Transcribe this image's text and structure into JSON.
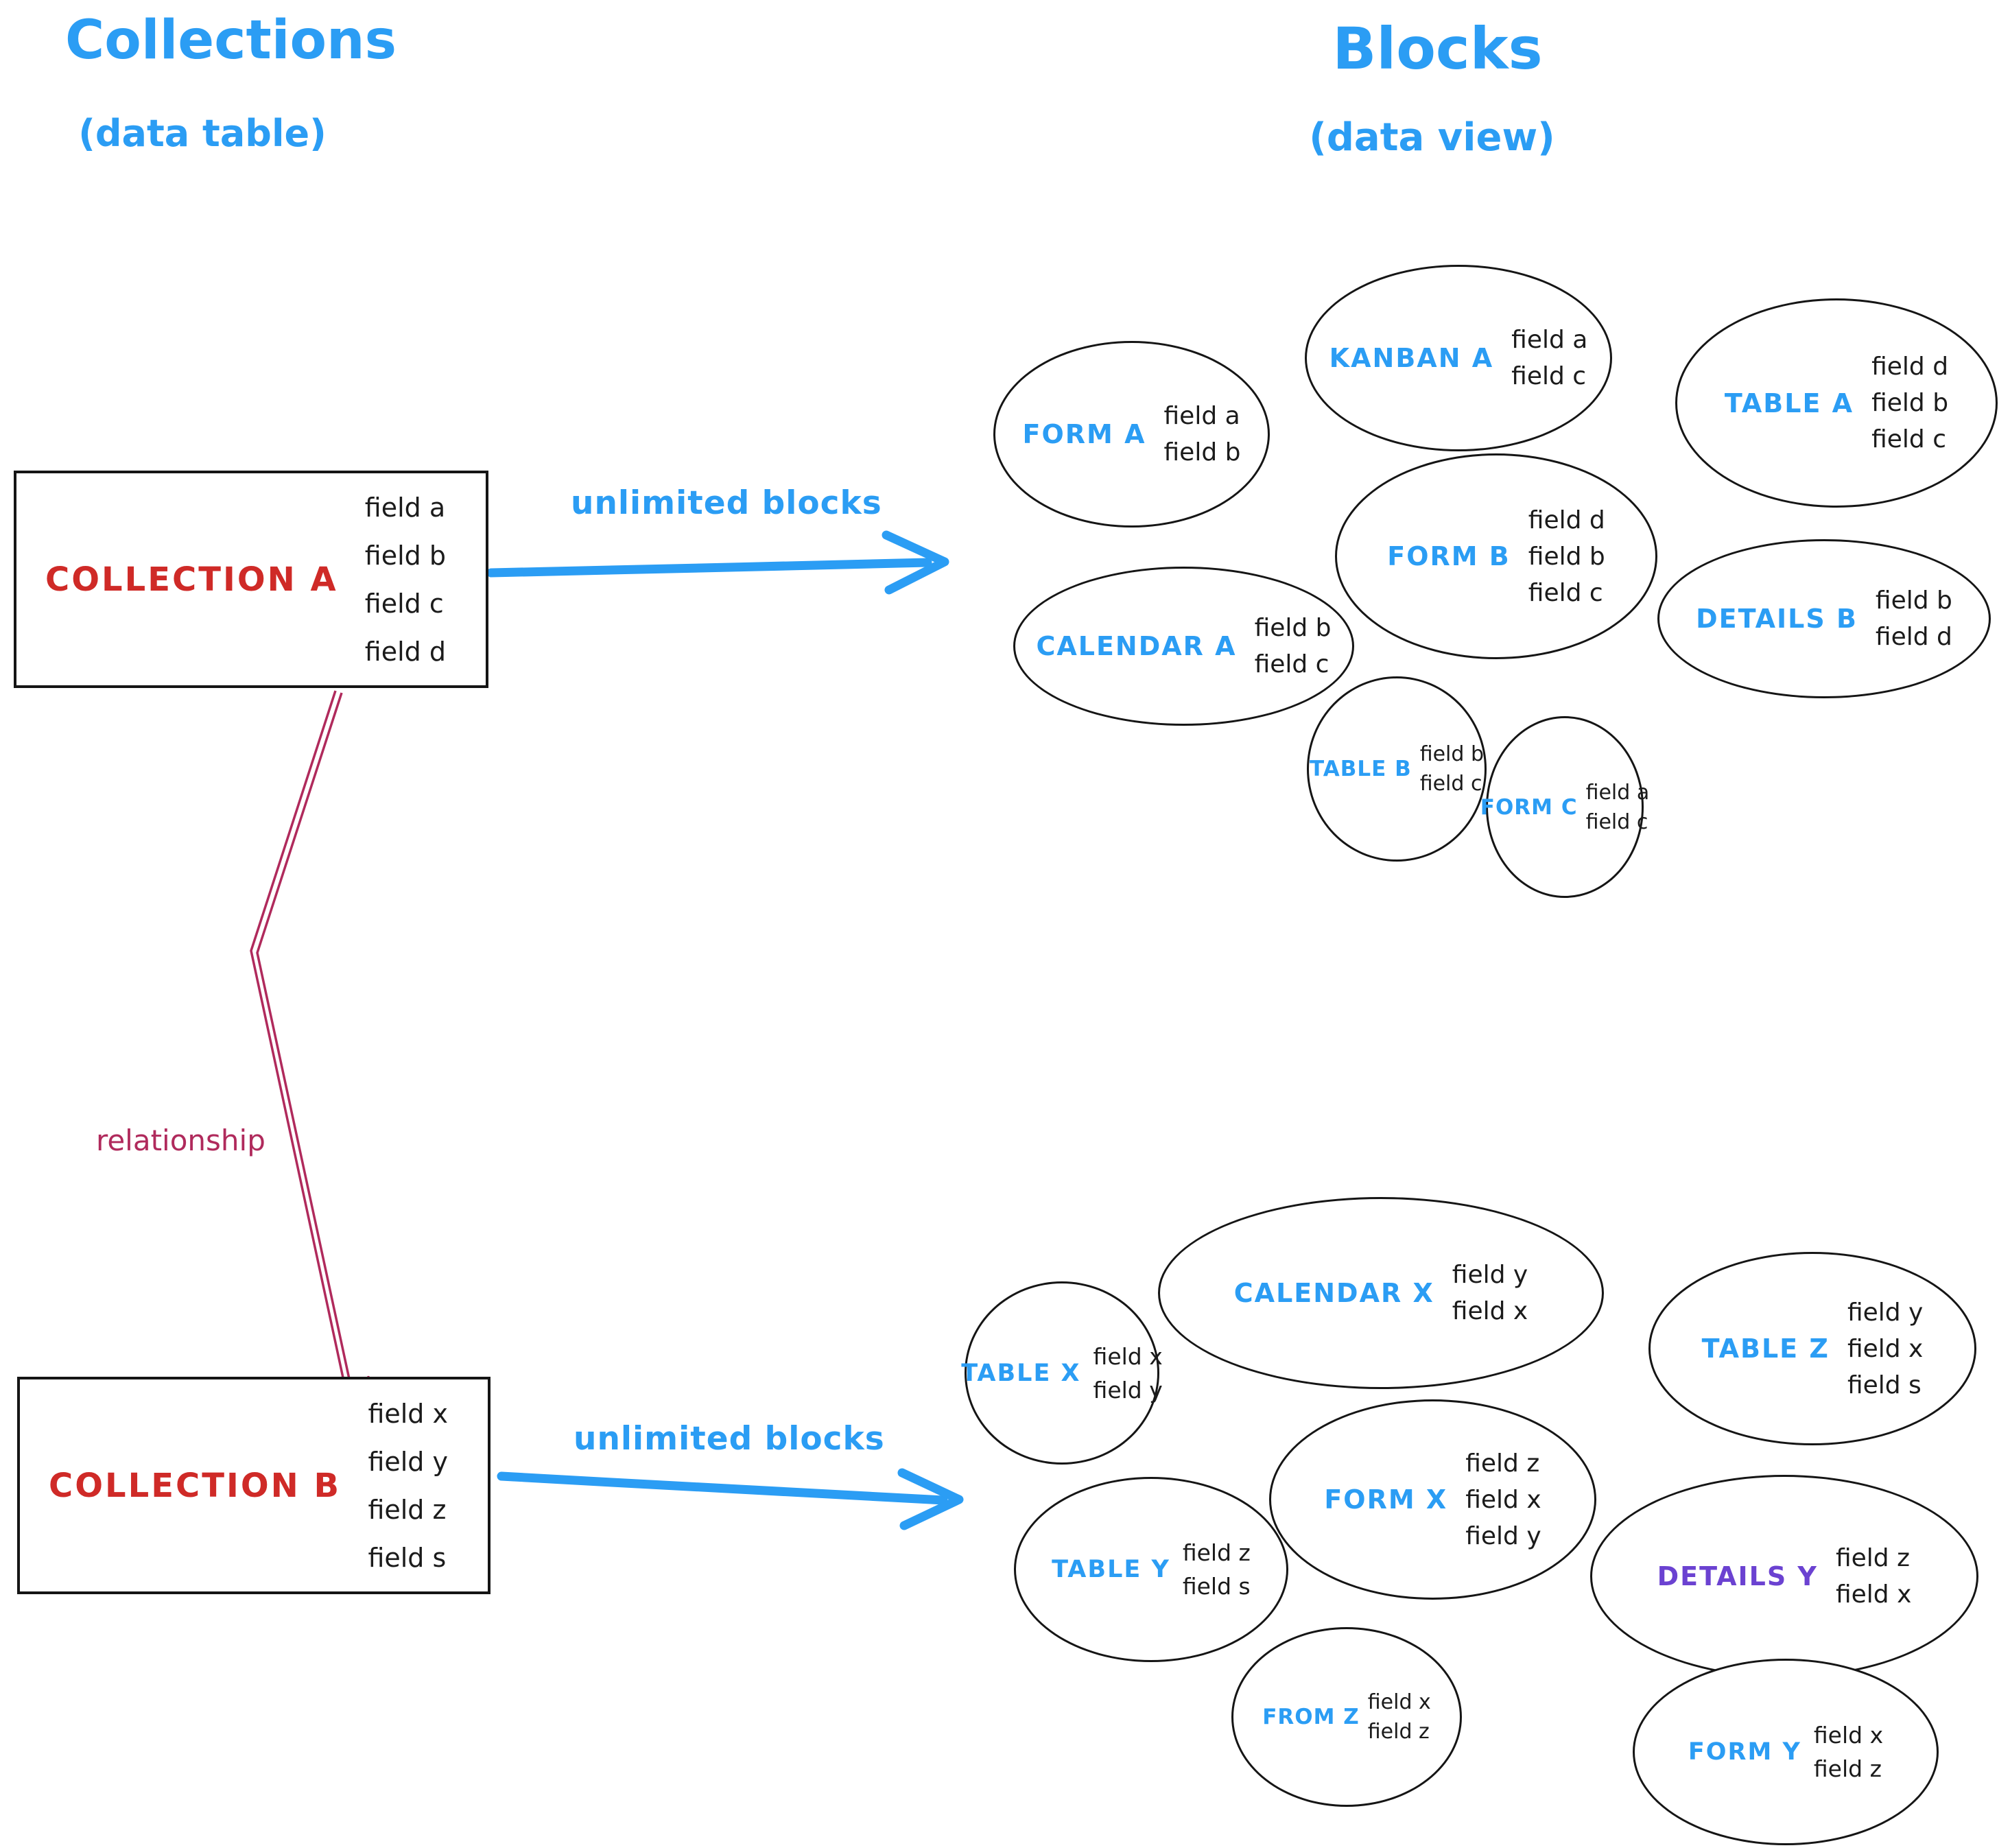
{
  "colors": {
    "blue": "#2b9df4",
    "red": "#cf2a27",
    "crimson": "#b02a5c",
    "purple": "#6b42d1",
    "ink": "#1b1b1b"
  },
  "headers": {
    "left_title": "Collections",
    "left_subtitle": "(data table)",
    "right_title": "Blocks",
    "right_subtitle": "(data view)"
  },
  "collections": {
    "a": {
      "name": "COLLECTION A",
      "fields": [
        "field a",
        "field b",
        "field c",
        "field d"
      ]
    },
    "b": {
      "name": "COLLECTION B",
      "fields": [
        "field x",
        "field y",
        "field z",
        "field s"
      ]
    }
  },
  "connectors": {
    "collection_a_arrow_label": "unlimited blocks",
    "collection_b_arrow_label": "unlimited blocks",
    "relationship_label": "relationship"
  },
  "blocks_a": [
    {
      "label": "FORM A",
      "fields": [
        "field a",
        "field b"
      ]
    },
    {
      "label": "KANBAN A",
      "fields": [
        "field a",
        "field c"
      ]
    },
    {
      "label": "TABLE A",
      "fields": [
        "field d",
        "field b",
        "field c"
      ]
    },
    {
      "label": "CALENDAR A",
      "fields": [
        "field b",
        "field c"
      ]
    },
    {
      "label": "FORM B",
      "fields": [
        "field d",
        "field b",
        "field c"
      ]
    },
    {
      "label": "DETAILS B",
      "fields": [
        "field b",
        "field d"
      ]
    },
    {
      "label": "TABLE B",
      "fields": [
        "field b",
        "field c"
      ]
    },
    {
      "label": "FORM C",
      "fields": [
        "field a",
        "field c"
      ]
    }
  ],
  "blocks_b": [
    {
      "label": "TABLE X",
      "fields": [
        "field x",
        "field y"
      ]
    },
    {
      "label": "CALENDAR X",
      "fields": [
        "field y",
        "field x"
      ]
    },
    {
      "label": "TABLE Z",
      "fields": [
        "field y",
        "field x",
        "field s"
      ]
    },
    {
      "label": "TABLE Y",
      "fields": [
        "field z",
        "field s"
      ]
    },
    {
      "label": "FORM X",
      "fields": [
        "field z",
        "field x",
        "field y"
      ]
    },
    {
      "label": "DETAILS Y",
      "fields": [
        "field z",
        "field x"
      ]
    },
    {
      "label": "FROM Z",
      "fields": [
        "field x",
        "field z"
      ]
    },
    {
      "label": "FORM Y",
      "fields": [
        "field x",
        "field z"
      ]
    }
  ]
}
